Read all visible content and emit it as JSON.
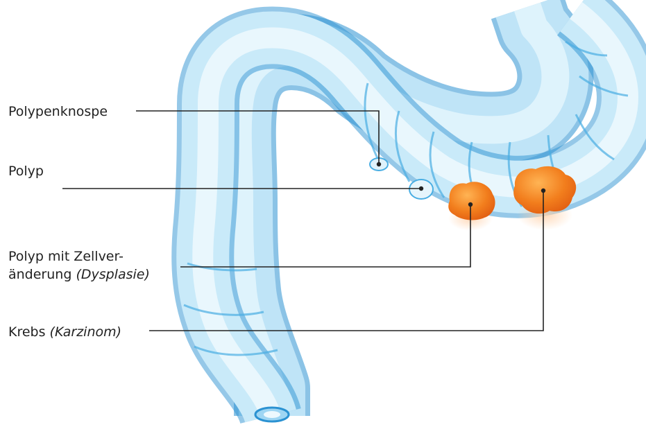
{
  "labels": {
    "polypenknospe": "Polypenknospe",
    "polyp": "Polyp",
    "dysplasia_line1": "Polyp mit Zellver-",
    "dysplasia_line2_plain": "änderung ",
    "dysplasia_line2_italic": "(Dysplasie)",
    "krebs_plain": "Krebs ",
    "krebs_italic": "(Karzinom)"
  },
  "colors": {
    "colon_fill": "#bfe4f7",
    "colon_stroke": "#4aaee3",
    "colon_dark": "#2b92d2",
    "lesion_orange": "#f07d1e",
    "lesion_light": "#ffa648",
    "leader_line": "#222222"
  }
}
